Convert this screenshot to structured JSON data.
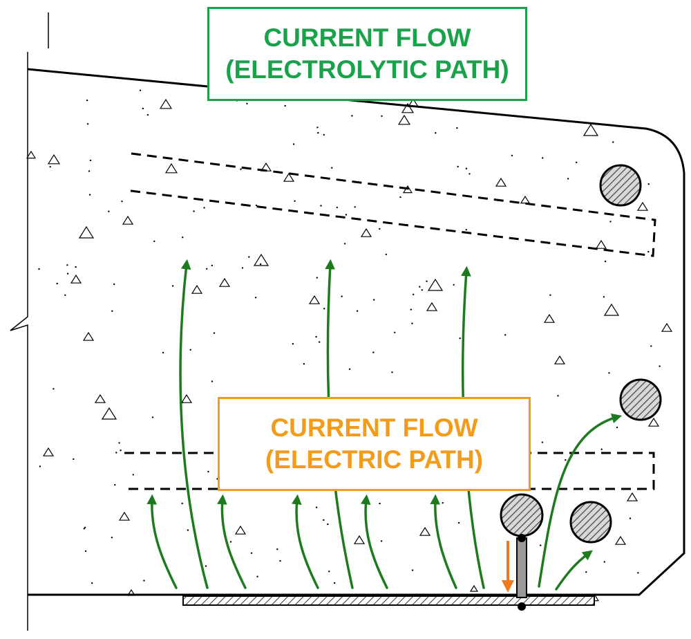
{
  "labels": {
    "electrolytic": {
      "line1": "CURRENT FLOW",
      "line2": "(ELECTROLYTIC PATH)",
      "color": "#1aa24a"
    },
    "electric": {
      "line1": "CURRENT FLOW",
      "line2": "(ELECTRIC PATH)",
      "color": "#f39c1b"
    }
  },
  "colors": {
    "arrow_green": "#1e7a1e",
    "arrow_orange": "#f07a1a",
    "outline": "#000000",
    "hatch": "#555555"
  }
}
